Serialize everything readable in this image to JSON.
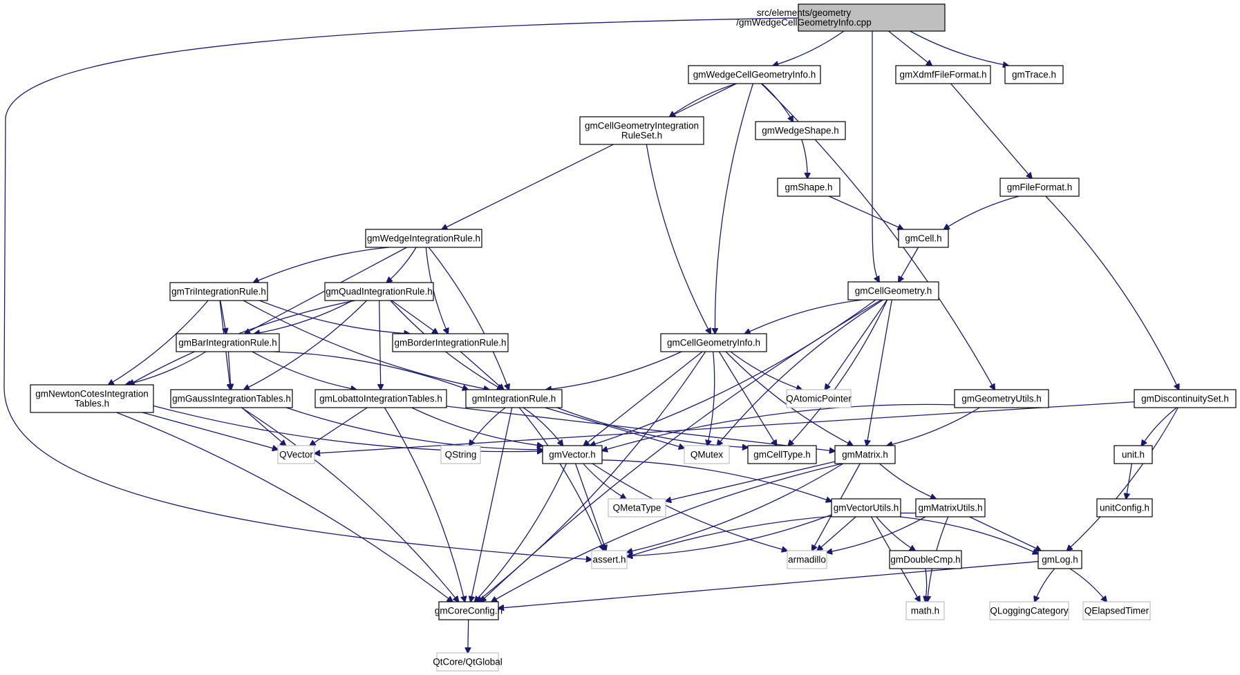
{
  "diagram": {
    "title": "Include dependency graph for gmWedgeCellGeometryInfo.cpp",
    "colors": {
      "edge": "#191970",
      "node_border": "#000000",
      "external_border": "#bfbfbf",
      "root_fill": "#bfbfbf",
      "node_fill": "#ffffff"
    },
    "nodes": [
      {
        "id": "root",
        "lines": [
          "src/elements/geometry",
          "/gmWedgeCellGeometryInfo.cpp"
        ],
        "kind": "root"
      },
      {
        "id": "wcgi",
        "lines": [
          "gmWedgeCellGeometryInfo.h"
        ],
        "kind": "local"
      },
      {
        "id": "xdmf",
        "lines": [
          "gmXdmfFileFormat.h"
        ],
        "kind": "local"
      },
      {
        "id": "trace",
        "lines": [
          "gmTrace.h"
        ],
        "kind": "local"
      },
      {
        "id": "cgirs",
        "lines": [
          "gmCellGeometryIntegration",
          "RuleSet.h"
        ],
        "kind": "local"
      },
      {
        "id": "wshape",
        "lines": [
          "gmWedgeShape.h"
        ],
        "kind": "local"
      },
      {
        "id": "shape",
        "lines": [
          "gmShape.h"
        ],
        "kind": "local"
      },
      {
        "id": "fileformat",
        "lines": [
          "gmFileFormat.h"
        ],
        "kind": "local"
      },
      {
        "id": "wir",
        "lines": [
          "gmWedgeIntegrationRule.h"
        ],
        "kind": "local"
      },
      {
        "id": "cell",
        "lines": [
          "gmCell.h"
        ],
        "kind": "local"
      },
      {
        "id": "tri",
        "lines": [
          "gmTriIntegrationRule.h"
        ],
        "kind": "local"
      },
      {
        "id": "quad",
        "lines": [
          "gmQuadIntegrationRule.h"
        ],
        "kind": "local"
      },
      {
        "id": "cgeom",
        "lines": [
          "gmCellGeometry.h"
        ],
        "kind": "local"
      },
      {
        "id": "bar",
        "lines": [
          "gmBarIntegrationRule.h"
        ],
        "kind": "local"
      },
      {
        "id": "border",
        "lines": [
          "gmBorderIntegrationRule.h"
        ],
        "kind": "local"
      },
      {
        "id": "cgi",
        "lines": [
          "gmCellGeometryInfo.h"
        ],
        "kind": "local"
      },
      {
        "id": "newton",
        "lines": [
          "gmNewtonCotesIntegration",
          "Tables.h"
        ],
        "kind": "local"
      },
      {
        "id": "gauss",
        "lines": [
          "gmGaussIntegrationTables.h"
        ],
        "kind": "local"
      },
      {
        "id": "lobatto",
        "lines": [
          "gmLobattoIntegrationTables.h"
        ],
        "kind": "local"
      },
      {
        "id": "ir",
        "lines": [
          "gmIntegrationRule.h"
        ],
        "kind": "local"
      },
      {
        "id": "qatomic",
        "lines": [
          "QAtomicPointer"
        ],
        "kind": "external"
      },
      {
        "id": "geomutils",
        "lines": [
          "gmGeometryUtils.h"
        ],
        "kind": "local"
      },
      {
        "id": "discont",
        "lines": [
          "gmDiscontinuitySet.h"
        ],
        "kind": "local"
      },
      {
        "id": "qvector",
        "lines": [
          "QVector"
        ],
        "kind": "external"
      },
      {
        "id": "qstring",
        "lines": [
          "QString"
        ],
        "kind": "external"
      },
      {
        "id": "vector",
        "lines": [
          "gmVector.h"
        ],
        "kind": "local"
      },
      {
        "id": "qmutex",
        "lines": [
          "QMutex"
        ],
        "kind": "external"
      },
      {
        "id": "celltype",
        "lines": [
          "gmCellType.h"
        ],
        "kind": "local"
      },
      {
        "id": "matrix",
        "lines": [
          "gmMatrix.h"
        ],
        "kind": "local"
      },
      {
        "id": "unit",
        "lines": [
          "unit.h"
        ],
        "kind": "local"
      },
      {
        "id": "qmetatype",
        "lines": [
          "QMetaType"
        ],
        "kind": "external"
      },
      {
        "id": "vecutils",
        "lines": [
          "gmVectorUtils.h"
        ],
        "kind": "local"
      },
      {
        "id": "matutils",
        "lines": [
          "gmMatrixUtils.h"
        ],
        "kind": "local"
      },
      {
        "id": "unitconfig",
        "lines": [
          "unitConfig.h"
        ],
        "kind": "local"
      },
      {
        "id": "assert",
        "lines": [
          "assert.h"
        ],
        "kind": "external"
      },
      {
        "id": "armadillo",
        "lines": [
          "armadillo"
        ],
        "kind": "external"
      },
      {
        "id": "doublecmp",
        "lines": [
          "gmDoubleCmp.h"
        ],
        "kind": "local"
      },
      {
        "id": "log",
        "lines": [
          "gmLog.h"
        ],
        "kind": "local"
      },
      {
        "id": "coreconfig",
        "lines": [
          "gmCoreConfig.h"
        ],
        "kind": "local"
      },
      {
        "id": "math",
        "lines": [
          "math.h"
        ],
        "kind": "external"
      },
      {
        "id": "qlogcat",
        "lines": [
          "QLoggingCategory"
        ],
        "kind": "external"
      },
      {
        "id": "qelapsed",
        "lines": [
          "QElapsedTimer"
        ],
        "kind": "external"
      },
      {
        "id": "qtglobal",
        "lines": [
          "QtCore/QtGlobal"
        ],
        "kind": "external"
      }
    ],
    "edges": [
      [
        "root",
        "wcgi"
      ],
      [
        "root",
        "xdmf"
      ],
      [
        "root",
        "trace"
      ],
      [
        "root",
        "cgeom"
      ],
      [
        "root",
        "assert"
      ],
      [
        "wcgi",
        "cgirs"
      ],
      [
        "wcgi",
        "wshape"
      ],
      [
        "wcgi",
        "wir"
      ],
      [
        "wcgi",
        "cgi"
      ],
      [
        "wcgi",
        "geomutils"
      ],
      [
        "xdmf",
        "fileformat"
      ],
      [
        "cgirs",
        "cgi"
      ],
      [
        "wshape",
        "shape"
      ],
      [
        "shape",
        "cell"
      ],
      [
        "fileformat",
        "cell"
      ],
      [
        "fileformat",
        "discont"
      ],
      [
        "cell",
        "cgeom"
      ],
      [
        "wir",
        "tri"
      ],
      [
        "wir",
        "quad"
      ],
      [
        "wir",
        "bar"
      ],
      [
        "wir",
        "border"
      ],
      [
        "wir",
        "ir"
      ],
      [
        "tri",
        "bar"
      ],
      [
        "tri",
        "border"
      ],
      [
        "tri",
        "newton"
      ],
      [
        "tri",
        "gauss"
      ],
      [
        "tri",
        "ir"
      ],
      [
        "quad",
        "bar"
      ],
      [
        "quad",
        "border"
      ],
      [
        "quad",
        "newton"
      ],
      [
        "quad",
        "gauss"
      ],
      [
        "quad",
        "lobatto"
      ],
      [
        "quad",
        "ir"
      ],
      [
        "bar",
        "newton"
      ],
      [
        "bar",
        "gauss"
      ],
      [
        "bar",
        "lobatto"
      ],
      [
        "bar",
        "ir"
      ],
      [
        "border",
        "ir"
      ],
      [
        "cgeom",
        "cgi"
      ],
      [
        "cgeom",
        "vector"
      ],
      [
        "cgeom",
        "qatomic"
      ],
      [
        "cgeom",
        "qmutex"
      ],
      [
        "cgeom",
        "celltype"
      ],
      [
        "cgeom",
        "matrix"
      ],
      [
        "cgeom",
        "coreconfig"
      ],
      [
        "cgi",
        "ir"
      ],
      [
        "cgi",
        "vector"
      ],
      [
        "cgi",
        "qatomic"
      ],
      [
        "cgi",
        "qmutex"
      ],
      [
        "cgi",
        "celltype"
      ],
      [
        "cgi",
        "matrix"
      ],
      [
        "cgi",
        "coreconfig"
      ],
      [
        "newton",
        "qvector"
      ],
      [
        "newton",
        "vector"
      ],
      [
        "newton",
        "coreconfig"
      ],
      [
        "gauss",
        "qvector"
      ],
      [
        "gauss",
        "vector"
      ],
      [
        "gauss",
        "coreconfig"
      ],
      [
        "lobatto",
        "qvector"
      ],
      [
        "lobatto",
        "vector"
      ],
      [
        "lobatto",
        "coreconfig"
      ],
      [
        "lobatto",
        "matrix"
      ],
      [
        "ir",
        "qstring"
      ],
      [
        "ir",
        "vector"
      ],
      [
        "ir",
        "qmutex"
      ],
      [
        "ir",
        "celltype"
      ],
      [
        "ir",
        "assert"
      ],
      [
        "ir",
        "coreconfig"
      ],
      [
        "geomutils",
        "vector"
      ],
      [
        "geomutils",
        "matrix"
      ],
      [
        "discont",
        "qvector"
      ],
      [
        "discont",
        "unit"
      ],
      [
        "discont",
        "log"
      ],
      [
        "unit",
        "unitconfig"
      ],
      [
        "vector",
        "qmetatype"
      ],
      [
        "vector",
        "vecutils"
      ],
      [
        "vector",
        "assert"
      ],
      [
        "vector",
        "armadillo"
      ],
      [
        "vector",
        "coreconfig"
      ],
      [
        "matrix",
        "qmetatype"
      ],
      [
        "matrix",
        "matutils"
      ],
      [
        "matrix",
        "assert"
      ],
      [
        "matrix",
        "armadillo"
      ],
      [
        "matrix",
        "coreconfig"
      ],
      [
        "vecutils",
        "assert"
      ],
      [
        "vecutils",
        "armadillo"
      ],
      [
        "vecutils",
        "doublecmp"
      ],
      [
        "vecutils",
        "log"
      ],
      [
        "vecutils",
        "math"
      ],
      [
        "matutils",
        "assert"
      ],
      [
        "matutils",
        "armadillo"
      ],
      [
        "matutils",
        "log"
      ],
      [
        "matutils",
        "math"
      ],
      [
        "doublecmp",
        "math"
      ],
      [
        "log",
        "coreconfig"
      ],
      [
        "log",
        "qlogcat"
      ],
      [
        "log",
        "qelapsed"
      ],
      [
        "coreconfig",
        "qtglobal"
      ]
    ]
  }
}
